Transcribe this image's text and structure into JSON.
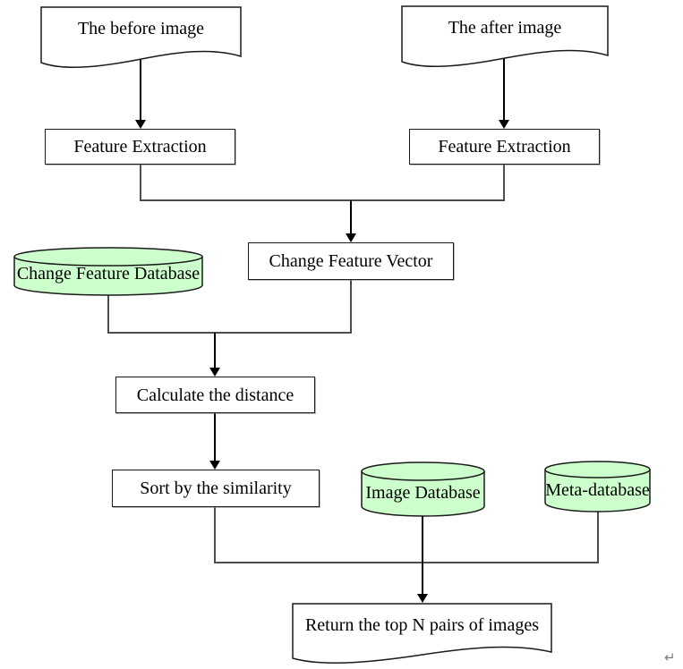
{
  "diagram": {
    "type": "flowchart",
    "colors": {
      "database_fill": "#ccffcc",
      "document_fill": "#ffffff",
      "process_fill": "#ffffff",
      "shape_border": "#1a1a1a",
      "connector": "#4d4d4d",
      "arrow": "#000000",
      "text": "#000000",
      "background": "#ffffff"
    },
    "nodes": {
      "before_image": {
        "label": "The before image",
        "shape": "document"
      },
      "after_image": {
        "label": "The after image",
        "shape": "document"
      },
      "feature_extraction_left": {
        "label": "Feature Extraction",
        "shape": "process"
      },
      "feature_extraction_right": {
        "label": "Feature Extraction",
        "shape": "process"
      },
      "change_feature_vector": {
        "label": "Change Feature Vector",
        "shape": "process"
      },
      "change_feature_database": {
        "label": "Change Feature Database",
        "shape": "database"
      },
      "calculate_distance": {
        "label": "Calculate the distance",
        "shape": "process"
      },
      "sort_similarity": {
        "label": "Sort by the similarity",
        "shape": "process"
      },
      "image_database": {
        "label": "Image Database",
        "shape": "database"
      },
      "meta_database": {
        "label": "Meta-database",
        "shape": "database"
      },
      "return_top_n": {
        "label": "Return the top N pairs of images",
        "shape": "document"
      }
    },
    "edges": [
      {
        "from": "before_image",
        "to": "feature_extraction_left",
        "arrow": true
      },
      {
        "from": "after_image",
        "to": "feature_extraction_right",
        "arrow": true
      },
      {
        "from": "feature_extraction_left",
        "to": "change_feature_vector",
        "arrow": true
      },
      {
        "from": "feature_extraction_right",
        "to": "change_feature_vector",
        "arrow": true
      },
      {
        "from": "change_feature_database",
        "to": "calculate_distance",
        "arrow": true
      },
      {
        "from": "change_feature_vector",
        "to": "calculate_distance",
        "arrow": true
      },
      {
        "from": "calculate_distance",
        "to": "sort_similarity",
        "arrow": true
      },
      {
        "from": "sort_similarity",
        "to": "return_top_n",
        "arrow": true
      },
      {
        "from": "image_database",
        "to": "return_top_n",
        "arrow": true
      },
      {
        "from": "meta_database",
        "to": "return_top_n",
        "arrow": true
      }
    ],
    "paragraph_mark": "↵"
  }
}
